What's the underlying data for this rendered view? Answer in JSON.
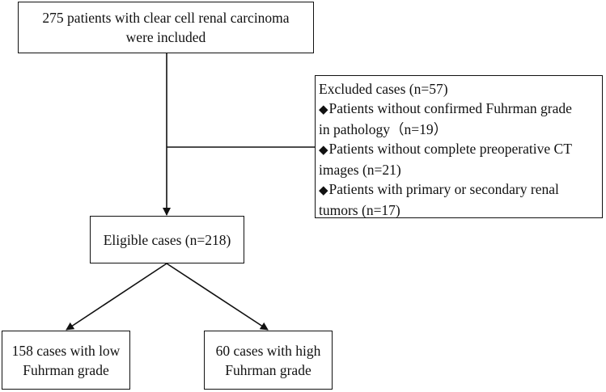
{
  "flowchart": {
    "start": {
      "lines": [
        "275 patients with clear cell renal carcinoma",
        "were included"
      ]
    },
    "excluded": {
      "title": "Excluded cases (n=57)",
      "bullet": "◆",
      "items": [
        {
          "lines": [
            "Patients without confirmed Fuhrman grade",
            "in pathology（n=19）"
          ]
        },
        {
          "lines": [
            "Patients without complete preoperative CT",
            "images (n=21)"
          ]
        },
        {
          "lines": [
            "Patients with primary or secondary renal",
            "tumors (n=17)"
          ]
        }
      ]
    },
    "eligible": {
      "label": "Eligible cases (n=218)"
    },
    "low": {
      "lines": [
        "158 cases with low",
        "Fuhrman grade"
      ]
    },
    "high": {
      "lines": [
        "60 cases with high",
        "Fuhrman grade"
      ]
    }
  }
}
